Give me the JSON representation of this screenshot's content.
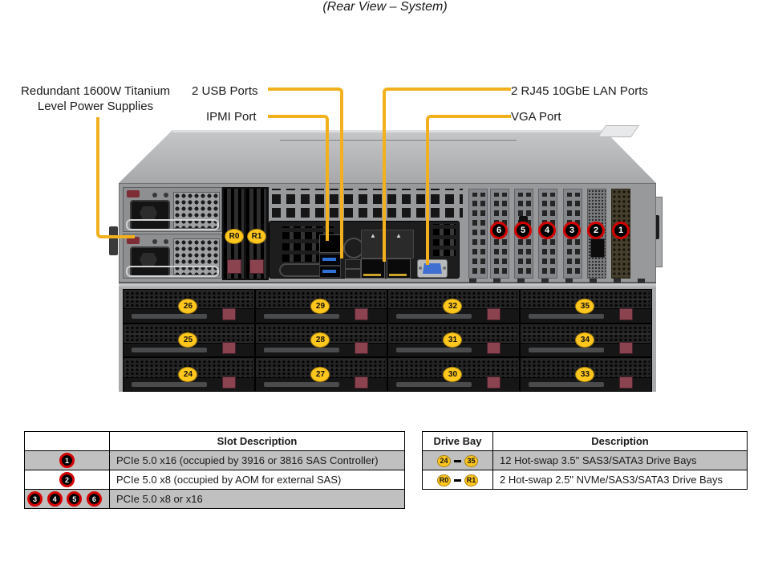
{
  "title": "(Rear View – System)",
  "callouts": {
    "psu_line1": "Redundant 1600W Titanium",
    "psu_line2": "Level Power Supplies",
    "usb": "2 USB Ports",
    "ipmi": "IPMI Port",
    "lan": "2 RJ45 10GbE LAN Ports",
    "vga": "VGA Port"
  },
  "icons": {
    "warning": "▲"
  },
  "colors": {
    "callout_accent": "#F2B01E",
    "bay_badge_yellow": "#FFC61E",
    "slot_badge_ring": "#D40000",
    "table_shaded_row": "#C0C0C0"
  },
  "diagram": {
    "rear_bays": [
      "R0",
      "R1"
    ],
    "pcie_slots": [
      "6",
      "5",
      "4",
      "3",
      "2",
      "1"
    ],
    "drive_rows": [
      [
        "26",
        "29",
        "32",
        "35"
      ],
      [
        "25",
        "28",
        "31",
        "34"
      ],
      [
        "24",
        "27",
        "30",
        "33"
      ]
    ]
  },
  "tables": {
    "slot": {
      "header": "Slot Description",
      "rows": [
        {
          "badges": [
            "1"
          ],
          "desc": "PCIe 5.0 x16 (occupied by 3916 or 3816 SAS Controller)"
        },
        {
          "badges": [
            "2"
          ],
          "desc": "PCIe 5.0 x8 (occupied by AOM for external SAS)"
        },
        {
          "badges": [
            "3",
            "4",
            "5",
            "6"
          ],
          "desc": "PCIe 5.0 x8 or x16"
        }
      ]
    },
    "drive": {
      "col1_header": "Drive Bay",
      "col2_header": "Description",
      "rows": [
        {
          "from": "24",
          "to": "35",
          "desc": "12 Hot-swap 3.5\" SAS3/SATA3 Drive Bays"
        },
        {
          "from": "R0",
          "to": "R1",
          "desc": "2 Hot-swap 2.5\" NVMe/SAS3/SATA3 Drive Bays"
        }
      ]
    }
  }
}
